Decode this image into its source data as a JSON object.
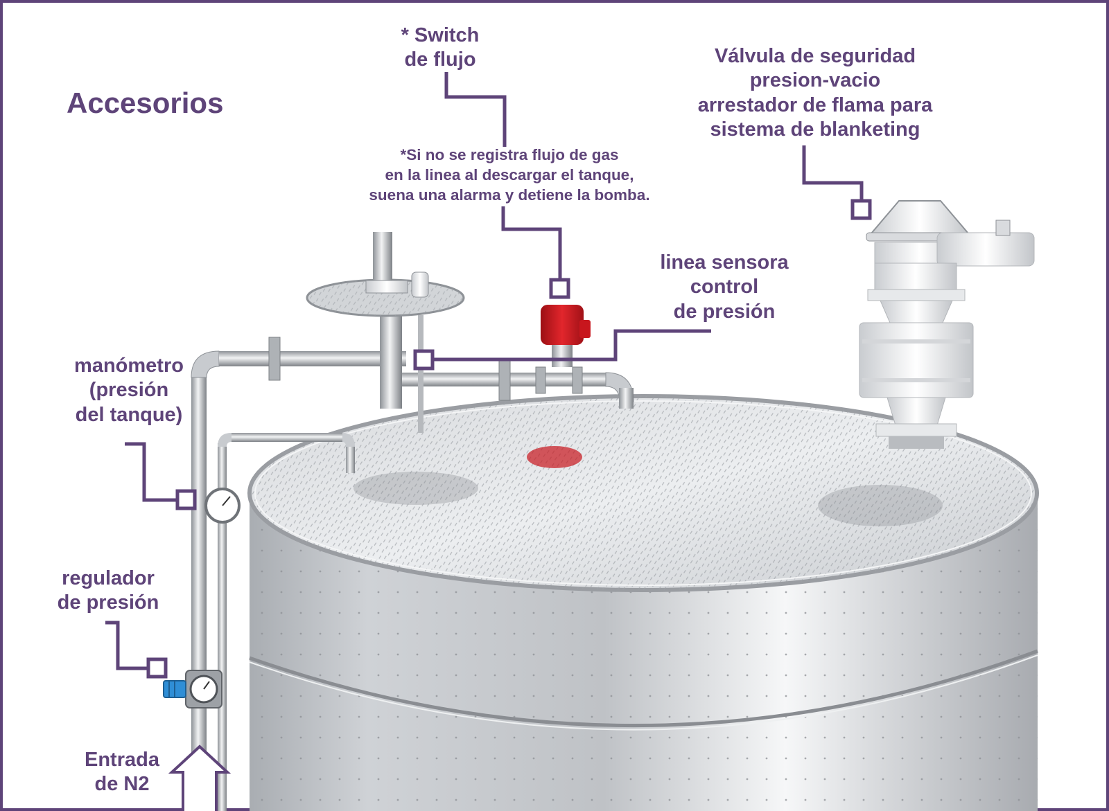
{
  "title": "Accesorios",
  "labels": {
    "switch_flujo": [
      "* Switch",
      "de flujo"
    ],
    "nota_switch": [
      "*Si no se registra flujo de gas",
      "en la linea al descargar el tanque,",
      "suena una alarma y detiene la bomba."
    ],
    "valvula": [
      "Válvula de seguridad",
      "presion-vacio",
      "arrestador de flama para",
      "sistema de blanketing"
    ],
    "linea_sensora": [
      "linea sensora",
      "control",
      "de presión"
    ],
    "manometro": [
      "manómetro",
      "(presión",
      "del tanque)"
    ],
    "regulador": [
      "regulador",
      "de presión"
    ],
    "entrada": [
      "Entrada",
      "de N2"
    ]
  },
  "colors": {
    "accent": "#5e4479",
    "tank": "#c9ccd0",
    "switch": "#c8161d",
    "regulator_knob": "#2f8ed6"
  }
}
